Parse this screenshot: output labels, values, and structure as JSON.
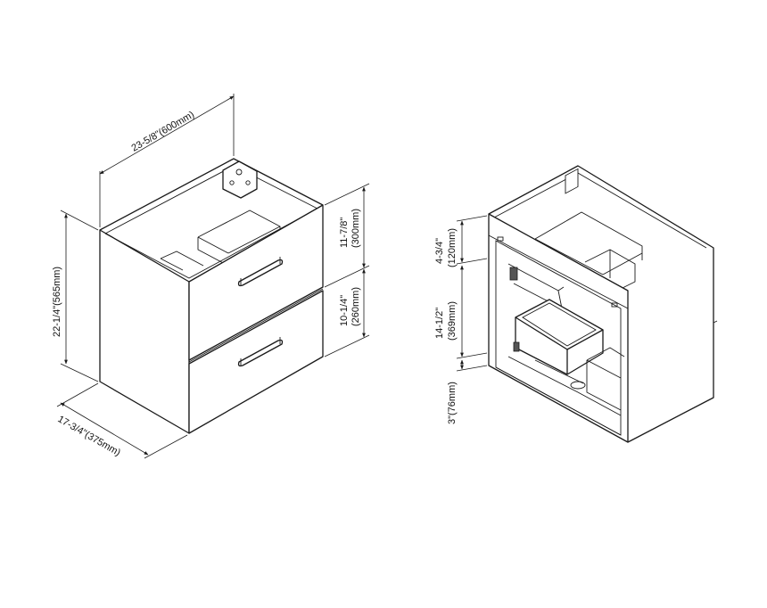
{
  "dimensions": {
    "width_label": "23-5/8\"(600mm)",
    "height_label": "22-1/4\"(565mm)",
    "depth_label": "17-3/4\"(375mm)",
    "top_drawer_inch": "11-7/8\"",
    "top_drawer_mm": "(300mm)",
    "bottom_drawer_inch": "10-1/4\"",
    "bottom_drawer_mm": "(260mm)",
    "inner_top_inch": "4-3/4\"",
    "inner_top_mm": "(120mm)",
    "inner_mid_inch": "14-1/2\"",
    "inner_mid_mm": "(369mm)",
    "inner_bottom_label": "3\"(76mm)"
  }
}
